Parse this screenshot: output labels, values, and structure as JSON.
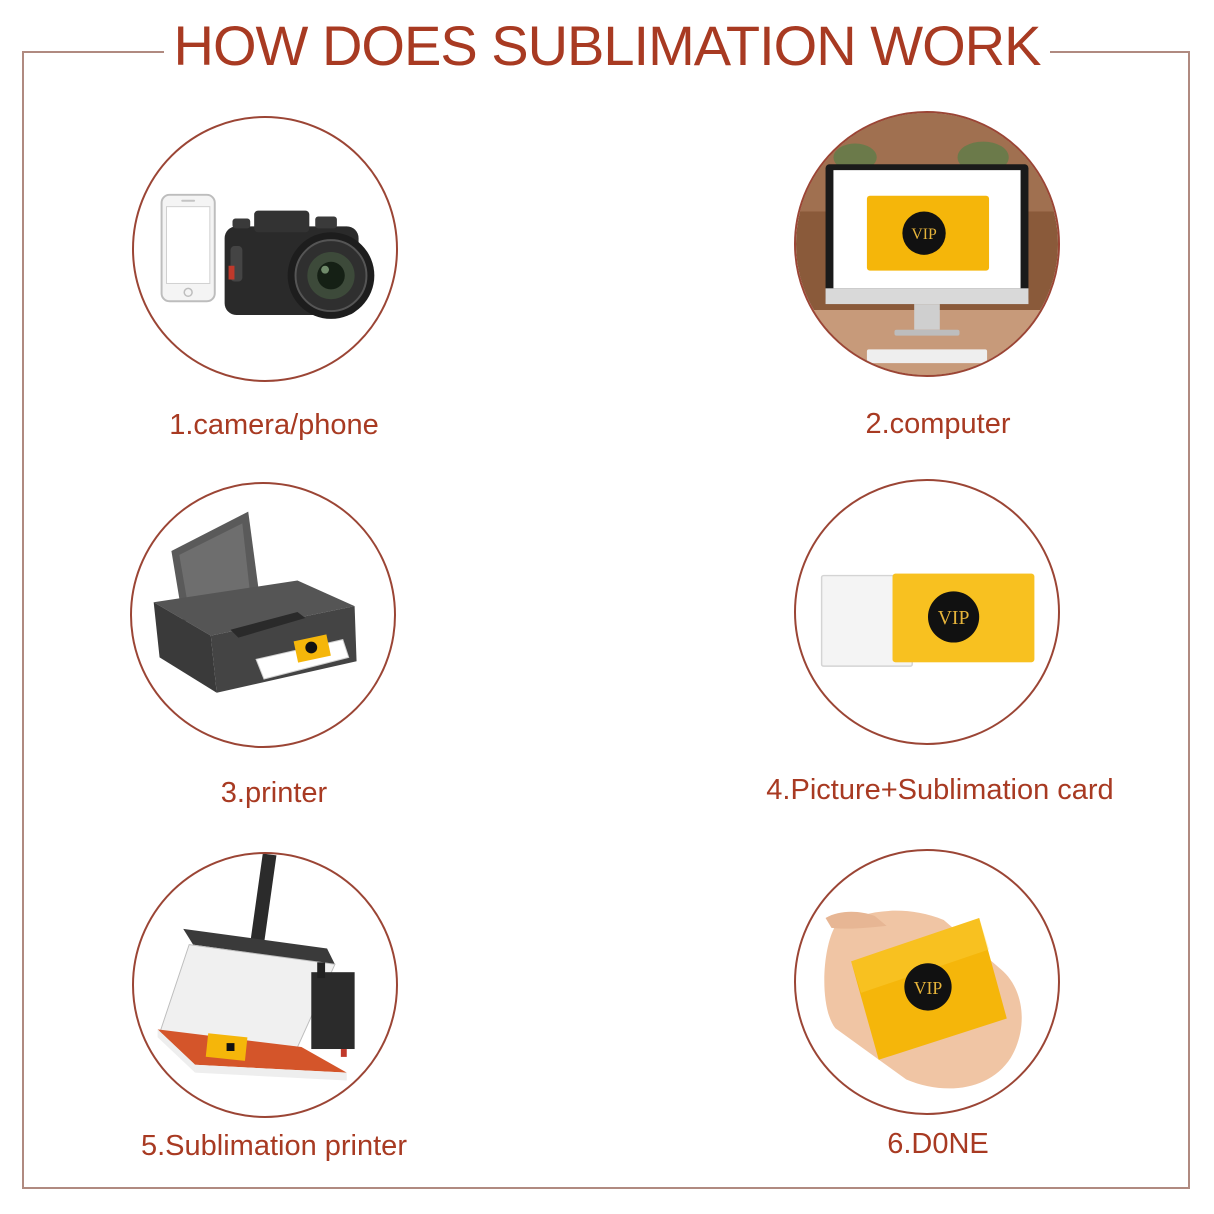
{
  "page": {
    "title": "HOW DOES SUBLIMATION WORK",
    "accent_color": "#a83a22",
    "circle_color": "#9b4535"
  },
  "steps": [
    {
      "label": "1.camera/phone",
      "icon": "camera-phone-illustration"
    },
    {
      "label": "2.computer",
      "icon": "computer-monitor-illustration"
    },
    {
      "label": "3.printer",
      "icon": "printer-illustration"
    },
    {
      "label": "4.Picture+Sublimation card",
      "icon": "sublimation-cards-illustration"
    },
    {
      "label": "5.Sublimation printer",
      "icon": "heat-press-illustration"
    },
    {
      "label": "6.D0NE",
      "icon": "hand-holding-card-illustration"
    }
  ]
}
